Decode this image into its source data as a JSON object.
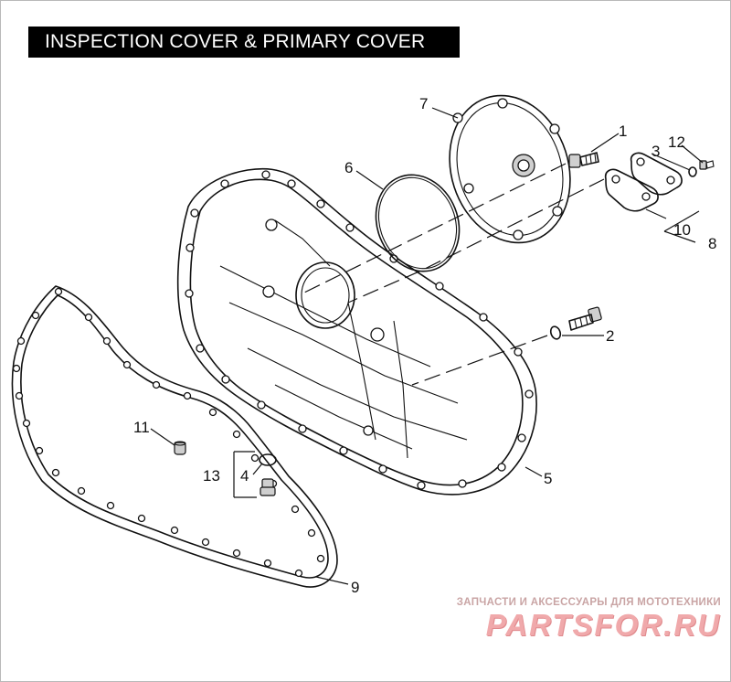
{
  "title": "INSPECTION COVER & PRIMARY COVER",
  "callouts": [
    {
      "id": "c1",
      "text": "1"
    },
    {
      "id": "c2",
      "text": "2"
    },
    {
      "id": "c3",
      "text": "3"
    },
    {
      "id": "c4",
      "text": "4"
    },
    {
      "id": "c5",
      "text": "5"
    },
    {
      "id": "c6",
      "text": "6"
    },
    {
      "id": "c7",
      "text": "7"
    },
    {
      "id": "c8",
      "text": "8"
    },
    {
      "id": "c9",
      "text": "9"
    },
    {
      "id": "c10",
      "text": "10"
    },
    {
      "id": "c11",
      "text": "11"
    },
    {
      "id": "c12",
      "text": "12"
    },
    {
      "id": "c13",
      "text": "13"
    }
  ],
  "watermark": {
    "tagline": "ЗАПЧАСТИ И АКСЕССУАРЫ ДЛЯ МОТОТЕХНИКИ",
    "logo": "PARTSFOR.RU"
  },
  "colors": {
    "title_bg": "#000000",
    "title_text": "#ffffff",
    "line": "#111111",
    "watermark": "#f0a9ab"
  }
}
